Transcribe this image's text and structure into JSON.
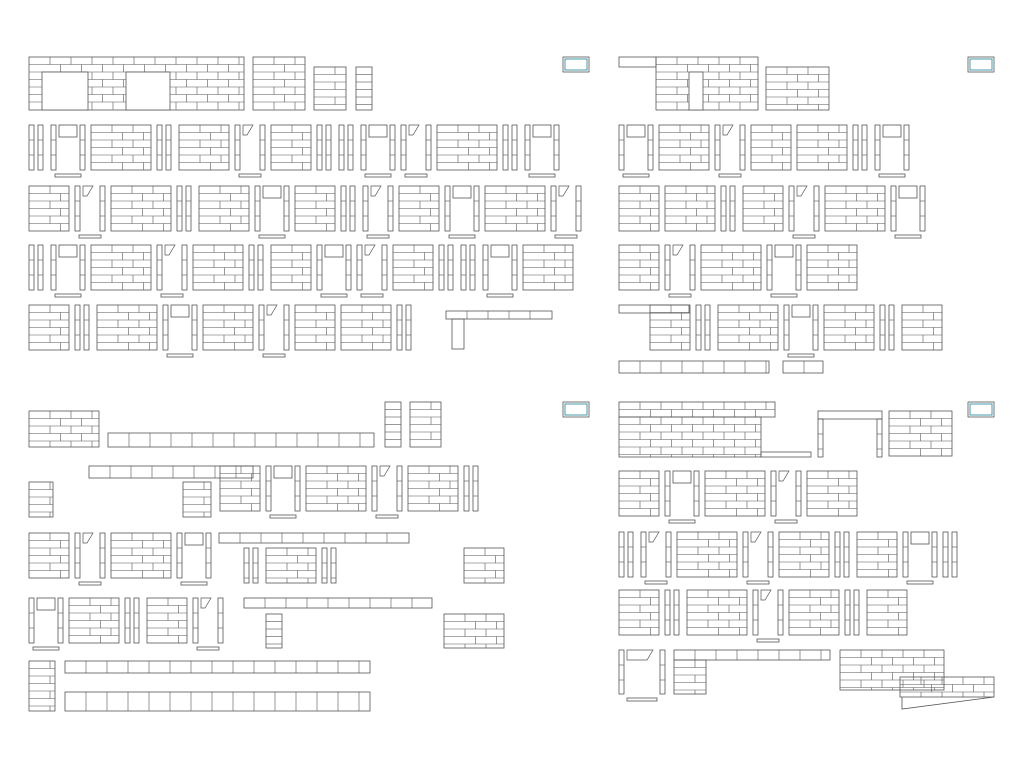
{
  "colors": {
    "line": "#555555",
    "background": "#ffffff",
    "frame_accent": "#4a9aa8"
  },
  "layout_sheets": [
    {
      "name": "quadrant-top-left"
    },
    {
      "name": "quadrant-top-right"
    },
    {
      "name": "quadrant-bottom-left"
    },
    {
      "name": "quadrant-bottom-right"
    }
  ]
}
